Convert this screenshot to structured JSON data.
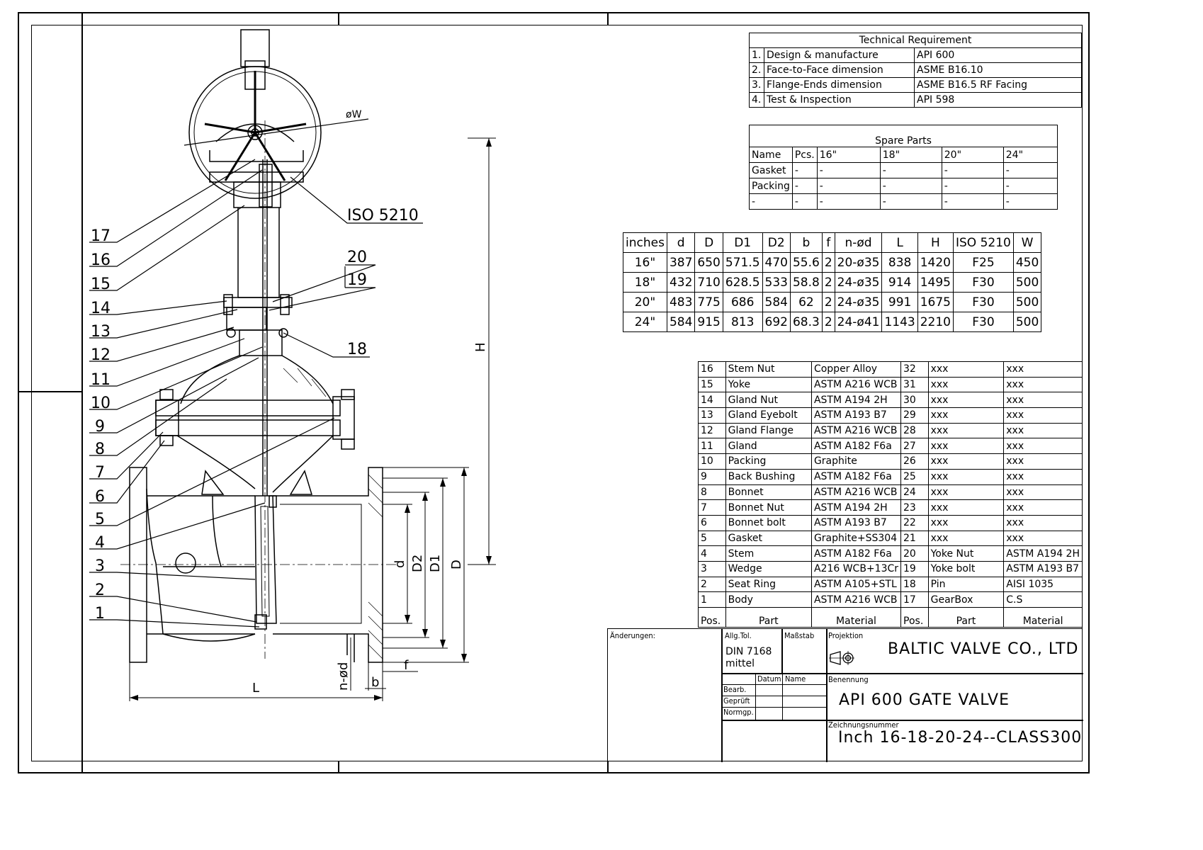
{
  "tech": {
    "title": "Technical Requirement",
    "rows": [
      {
        "n": "1.",
        "item": "Design & manufacture",
        "std": "API 600"
      },
      {
        "n": "2.",
        "item": "Face-to-Face dimension",
        "std": "ASME B16.10"
      },
      {
        "n": "3.",
        "item": "Flange-Ends dimension",
        "std": "ASME B16.5 RF Facing"
      },
      {
        "n": "4.",
        "item": "Test & Inspection",
        "std": "API 598"
      }
    ]
  },
  "spare": {
    "title": "Spare Parts",
    "header": [
      "Name",
      "Pcs.",
      "16\"",
      "18\"",
      "20\"",
      "24\""
    ],
    "rows": [
      [
        "Gasket",
        "-",
        "-",
        "-",
        "-",
        "-"
      ],
      [
        "Packing",
        "-",
        "-",
        "-",
        "-",
        "-"
      ],
      [
        "-",
        "-",
        "-",
        "-",
        "-",
        "-"
      ]
    ]
  },
  "dims": {
    "header": [
      "inches",
      "d",
      "D",
      "D1",
      "D2",
      "b",
      "f",
      "n-ød",
      "L",
      "H",
      "ISO 5210",
      "W"
    ],
    "rows": [
      [
        "16\"",
        "387",
        "650",
        "571.5",
        "470",
        "55.6",
        "2",
        "20-ø35",
        "838",
        "1420",
        "F25",
        "450"
      ],
      [
        "18\"",
        "432",
        "710",
        "628.5",
        "533",
        "58.8",
        "2",
        "24-ø35",
        "914",
        "1495",
        "F30",
        "500"
      ],
      [
        "20\"",
        "483",
        "775",
        "686",
        "584",
        "62",
        "2",
        "24-ø35",
        "991",
        "1675",
        "F30",
        "500"
      ],
      [
        "24\"",
        "584",
        "915",
        "813",
        "692",
        "68.3",
        "2",
        "24-ø41",
        "1143",
        "2210",
        "F30",
        "500"
      ]
    ]
  },
  "parts": {
    "rows": [
      [
        "16",
        "Stem Nut",
        "Copper Alloy",
        "32",
        "xxx",
        "xxx"
      ],
      [
        "15",
        "Yoke",
        "ASTM A216 WCB",
        "31",
        "xxx",
        "xxx"
      ],
      [
        "14",
        "Gland Nut",
        "ASTM A194 2H",
        "30",
        "xxx",
        "xxx"
      ],
      [
        "13",
        "Gland Eyebolt",
        "ASTM A193 B7",
        "29",
        "xxx",
        "xxx"
      ],
      [
        "12",
        "Gland Flange",
        "ASTM A216 WCB",
        "28",
        "xxx",
        "xxx"
      ],
      [
        "11",
        "Gland",
        "ASTM A182 F6a",
        "27",
        "xxx",
        "xxx"
      ],
      [
        "10",
        "Packing",
        "Graphite",
        "26",
        "xxx",
        "xxx"
      ],
      [
        "9",
        "Back Bushing",
        "ASTM A182 F6a",
        "25",
        "xxx",
        "xxx"
      ],
      [
        "8",
        "Bonnet",
        "ASTM A216 WCB",
        "24",
        "xxx",
        "xxx"
      ],
      [
        "7",
        "Bonnet Nut",
        "ASTM A194 2H",
        "23",
        "xxx",
        "xxx"
      ],
      [
        "6",
        "Bonnet bolt",
        "ASTM A193 B7",
        "22",
        "xxx",
        "xxx"
      ],
      [
        "5",
        "Gasket",
        "Graphite+SS304",
        "21",
        "xxx",
        "xxx"
      ],
      [
        "4",
        "Stem",
        "ASTM A182 F6a",
        "20",
        "Yoke Nut",
        "ASTM A194 2H"
      ],
      [
        "3",
        "Wedge",
        "A216 WCB+13Cr",
        "19",
        "Yoke bolt",
        "ASTM A193 B7"
      ],
      [
        "2",
        "Seat Ring",
        "ASTM A105+STL",
        "18",
        "Pin",
        "AISI 1035"
      ],
      [
        "1",
        "Body",
        "ASTM A216 WCB",
        "17",
        "GearBox",
        "C.S"
      ]
    ],
    "header": [
      "Pos.",
      "Part",
      "Material",
      "Pos.",
      "Part",
      "Material"
    ]
  },
  "titleblock": {
    "changes": "Änderungen:",
    "tol_label": "Allg.Tol.",
    "tol_value1": "DIN 7168",
    "tol_value2": "mittel",
    "scale": "Maßstab",
    "projection": "Projektion",
    "company": "BALTIC VALVE CO., LTD",
    "date": "Datum",
    "name": "Name",
    "bearb": "Bearb.",
    "gepr": "Geprüft",
    "norm": "Normgp.",
    "benennung": "Benennung",
    "title": "API 600 GATE VALVE",
    "zeich": "Zeichnungsnummer",
    "number": "Inch 16-18-20-24--CLASS300"
  },
  "drawing": {
    "callouts": [
      "17",
      "16",
      "15",
      "14",
      "13",
      "12",
      "11",
      "10",
      "9",
      "8",
      "7",
      "6",
      "5",
      "4",
      "3",
      "2",
      "1"
    ],
    "callouts_right": [
      "20",
      "19",
      "18"
    ],
    "iso": "ISO 5210",
    "ow": "øW",
    "dim_H": "H",
    "dim_d": "d",
    "dim_D2": "D2",
    "dim_D1": "D1",
    "dim_D": "D",
    "dim_L": "L",
    "dim_nod": "n-ød",
    "dim_b": "b",
    "dim_f": "f"
  }
}
